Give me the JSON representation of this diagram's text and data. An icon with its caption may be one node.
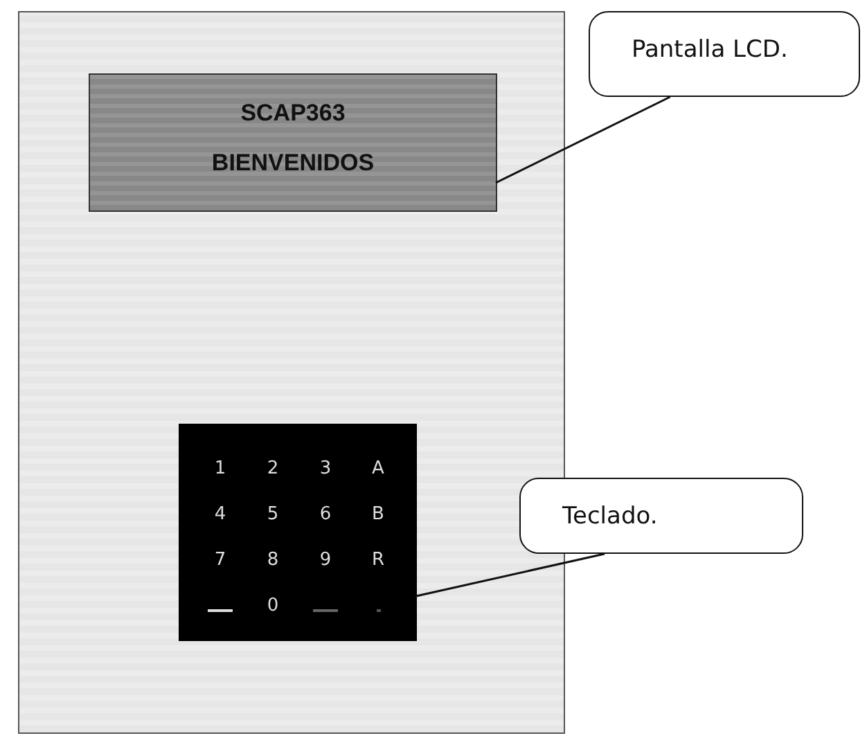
{
  "diagram": {
    "nodes": [
      {
        "text": [],
        "shape": "box"
      },
      {
        "text": [
          "SCAP363",
          "BIENVENIDOS"
        ],
        "in": 0
      },
      {
        "text": [
          "1",
          "2",
          "3",
          "A",
          "4",
          "5",
          "6",
          "B",
          "7",
          "8",
          "9",
          "R",
          "0"
        ],
        "in": 0
      },
      {
        "text": [
          "Pantalla LCD."
        ]
      },
      {
        "text": [
          "Teclado."
        ]
      }
    ],
    "edges": [
      {
        "from": 3,
        "to": 1,
        "arrow": "none"
      },
      {
        "from": 4,
        "to": 2,
        "arrow": "none"
      }
    ]
  }
}
